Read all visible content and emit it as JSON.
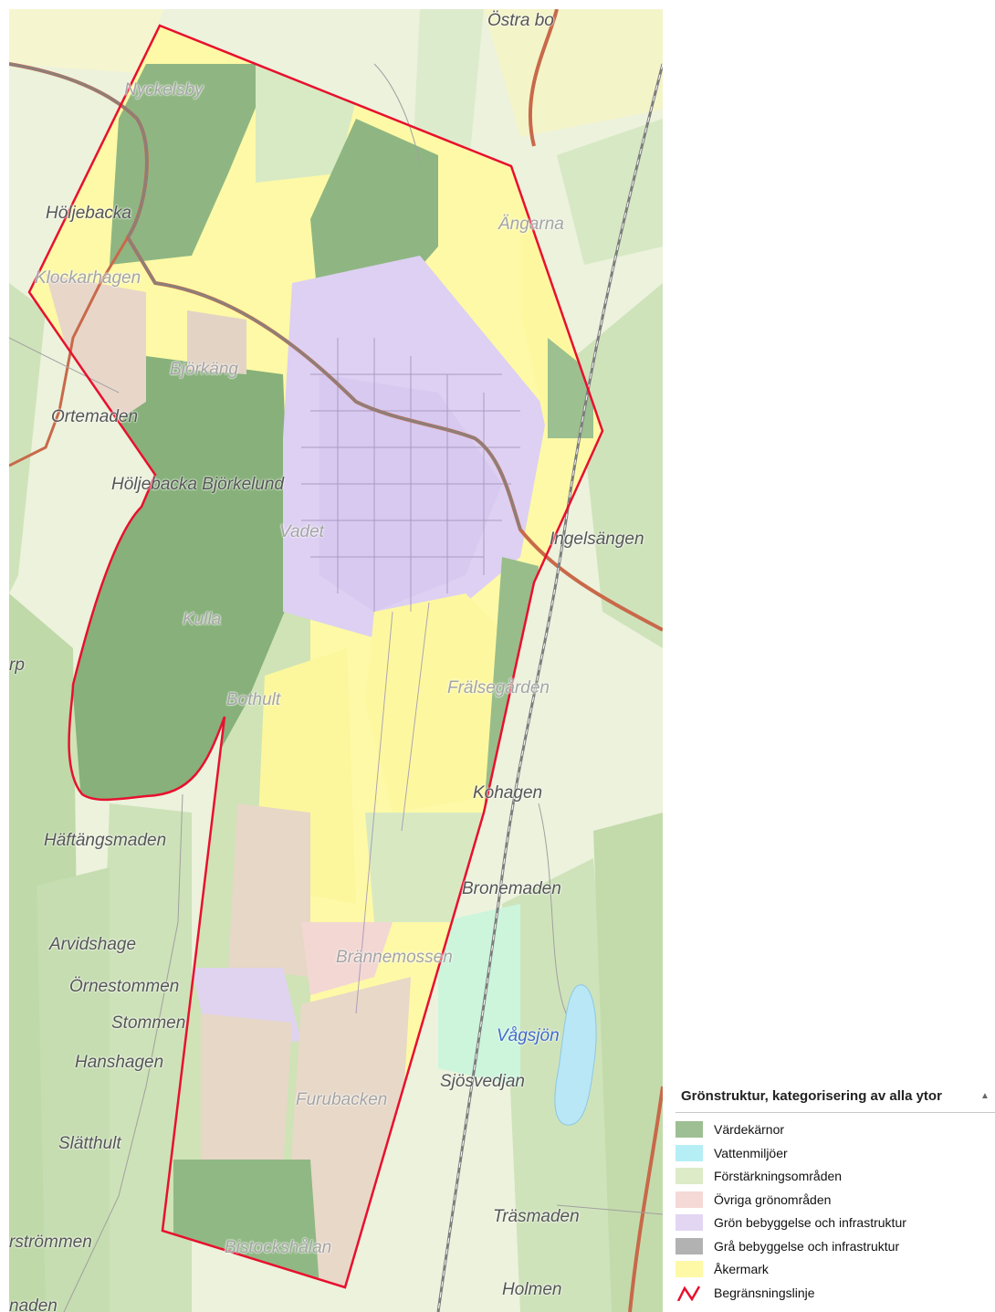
{
  "map": {
    "place_labels": [
      {
        "text": "Östra bo",
        "style": "normal"
      },
      {
        "text": "Nyckelsby",
        "style": "faint"
      },
      {
        "text": "Höljebacka",
        "style": "normal"
      },
      {
        "text": "Klockarhagen",
        "style": "faint"
      },
      {
        "text": "Ängarna",
        "style": "faint"
      },
      {
        "text": "Björkäng",
        "style": "faint"
      },
      {
        "text": "Ortemaden",
        "style": "normal"
      },
      {
        "text": "Höljebacka Björkelund",
        "style": "normal"
      },
      {
        "text": "Vadet",
        "style": "faint"
      },
      {
        "text": "Ingelsängen",
        "style": "normal"
      },
      {
        "text": "Kulla",
        "style": "faint"
      },
      {
        "text": "rp",
        "style": "normal"
      },
      {
        "text": "Frälsegården",
        "style": "faint"
      },
      {
        "text": "Bothult",
        "style": "faint"
      },
      {
        "text": "Kohagen",
        "style": "normal"
      },
      {
        "text": "Häftängsmaden",
        "style": "normal"
      },
      {
        "text": "Bronemaden",
        "style": "normal"
      },
      {
        "text": "Arvidshage",
        "style": "normal"
      },
      {
        "text": "Brännemossen",
        "style": "faint"
      },
      {
        "text": "Örnestommen",
        "style": "normal"
      },
      {
        "text": "Stommen",
        "style": "normal"
      },
      {
        "text": "Vågsjön",
        "style": "water"
      },
      {
        "text": "Hanshagen",
        "style": "normal"
      },
      {
        "text": "Sjösvedjan",
        "style": "normal"
      },
      {
        "text": "Furubacken",
        "style": "faint"
      },
      {
        "text": "Slätthult",
        "style": "normal"
      },
      {
        "text": "Träsmaden",
        "style": "normal"
      },
      {
        "text": "rströmmen",
        "style": "normal"
      },
      {
        "text": "Bistockshålan",
        "style": "faint"
      },
      {
        "text": "Holmen",
        "style": "normal"
      },
      {
        "text": "naden",
        "style": "normal"
      }
    ]
  },
  "legend": {
    "title": "Grönstruktur, kategorisering av alla ytor",
    "collapse_icon": "triangle-up-icon",
    "items": [
      {
        "label": "Värdekärnor",
        "color": "#9dbf93"
      },
      {
        "label": "Vattenmiljöer",
        "color": "#b6eef5"
      },
      {
        "label": "Förstärkningsområden",
        "color": "#ddebc7"
      },
      {
        "label": "Övriga grönområden",
        "color": "#f4d9d6"
      },
      {
        "label": "Grön bebyggelse och infrastruktur",
        "color": "#e3d6f3"
      },
      {
        "label": "Grå bebyggelse och infrastruktur",
        "color": "#b2b2b2"
      },
      {
        "label": "Åkermark",
        "color": "#fdf9a6"
      },
      {
        "label": "Begränsningslinje",
        "color": "#e8102e",
        "icon": "red-line-icon"
      }
    ]
  }
}
